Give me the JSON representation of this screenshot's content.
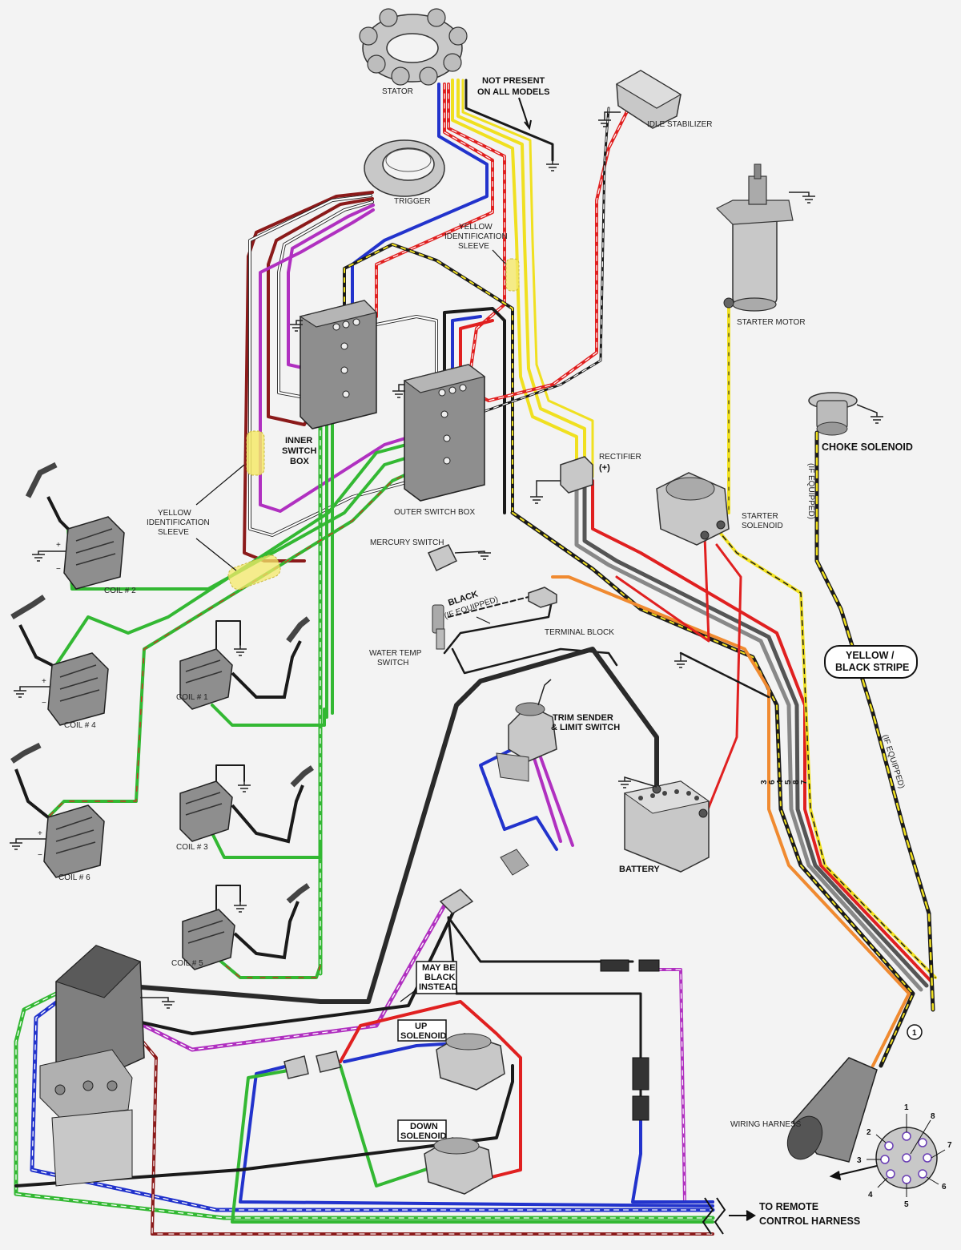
{
  "labels": {
    "stator": "STATOR",
    "not_present": "NOT PRESENT",
    "on_all_models": "ON ALL MODELS",
    "idle_stabilizer": "IDLE STABILIZER",
    "trigger": "TRIGGER",
    "yellow_sleeve_top_1": "YELLOW",
    "yellow_sleeve_top_2": "IDENTIFICATION",
    "yellow_sleeve_top_3": "SLEEVE",
    "starter_motor": "STARTER MOTOR",
    "inner_switch_box_1": "INNER",
    "inner_switch_box_2": "SWITCH",
    "inner_switch_box_3": "BOX",
    "rectifier": "RECTIFIER",
    "rectifier_plus": "(+)",
    "choke_solenoid": "CHOKE SOLENOID",
    "if_equipped_choke": "(IF EQUIPPED)",
    "yellow_sleeve_left_1": "YELLOW",
    "yellow_sleeve_left_2": "IDENTIFICATION",
    "yellow_sleeve_left_3": "SLEEVE",
    "outer_switch_box": "OUTER SWITCH BOX",
    "starter_solenoid_1": "STARTER",
    "starter_solenoid_2": "SOLENOID",
    "mercury_switch": "MERCURY SWITCH",
    "coil_2": "COIL # 2",
    "black_if_equipped_1": "BLACK",
    "black_if_equipped_2": "(IF EQUIPPED)",
    "terminal_block": "TERMINAL BLOCK",
    "water_temp_1": "WATER TEMP",
    "water_temp_2": "SWITCH",
    "yellow_black_stripe_1": "YELLOW /",
    "yellow_black_stripe_2": "BLACK STRIPE",
    "coil_1": "COIL # 1",
    "coil_4": "COIL # 4",
    "trim_sender_1": "TRIM SENDER",
    "trim_sender_2": "& LIMIT SWITCH",
    "if_equipped_harness": "(IF EQUIPPED)",
    "coil_3": "COIL # 3",
    "coil_6": "COIL # 6",
    "battery": "BATTERY",
    "coil_5": "COIL # 5",
    "may_be_black_1": "MAY BE",
    "may_be_black_2": "BLACK",
    "may_be_black_3": "INSTEAD",
    "up_solenoid_1": "UP",
    "up_solenoid_2": "SOLENOID",
    "wiring_harness": "WIRING HARNESS",
    "down_solenoid_1": "DOWN",
    "down_solenoid_2": "SOLENOID",
    "to_remote_1": "TO REMOTE",
    "to_remote_2": "CONTROL HARNESS",
    "circle_1": "1"
  },
  "wire_numbers": [
    "3",
    "6",
    "4",
    "5",
    "8",
    "7"
  ],
  "pin_numbers": [
    "1",
    "2",
    "3",
    "4",
    "5",
    "6",
    "7",
    "8"
  ],
  "colors": {
    "red": "#e02020",
    "blue": "#2233cc",
    "yellow": "#f0e020",
    "green": "#33b833",
    "purple": "#b030c0",
    "black": "#1a1a1a",
    "brown": "#8b1a1a",
    "orange": "#f08a30",
    "gray": "#888888",
    "sleeve": "#f5e96a"
  }
}
